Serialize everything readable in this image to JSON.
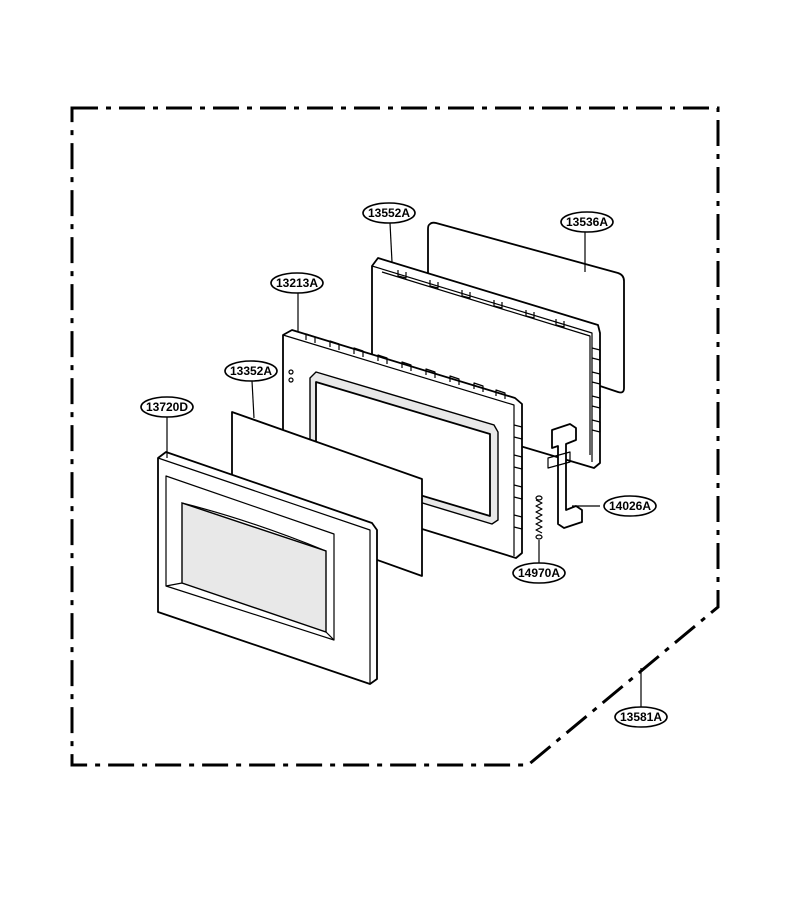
{
  "callouts": [
    {
      "id": "13552A",
      "label": "13552A"
    },
    {
      "id": "13536A",
      "label": "13536A"
    },
    {
      "id": "13213A",
      "label": "13213A"
    },
    {
      "id": "13352A",
      "label": "13352A"
    },
    {
      "id": "13720D",
      "label": "13720D"
    },
    {
      "id": "14026A",
      "label": "14026A"
    },
    {
      "id": "14970A",
      "label": "14970A"
    },
    {
      "id": "13581A",
      "label": "13581A"
    }
  ]
}
